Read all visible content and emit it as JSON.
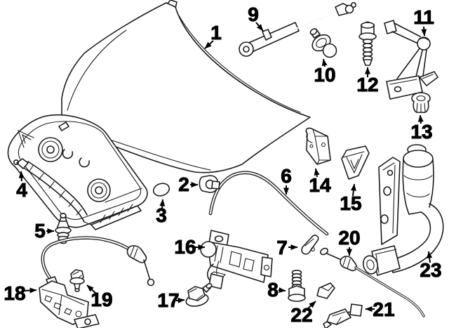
{
  "diagram": {
    "background_color": "#ffffff",
    "line_color": "#1c1c1c",
    "label_color": "#000000",
    "callouts": [
      {
        "label": "1"
      },
      {
        "label": "2"
      },
      {
        "label": "3"
      },
      {
        "label": "4"
      },
      {
        "label": "5"
      },
      {
        "label": "6"
      },
      {
        "label": "7"
      },
      {
        "label": "8"
      },
      {
        "label": "9"
      },
      {
        "label": "10"
      },
      {
        "label": "11"
      },
      {
        "label": "12"
      },
      {
        "label": "13"
      },
      {
        "label": "14"
      },
      {
        "label": "15"
      },
      {
        "label": "16"
      },
      {
        "label": "17"
      },
      {
        "label": "18"
      },
      {
        "label": "19"
      },
      {
        "label": "20"
      },
      {
        "label": "21"
      },
      {
        "label": "22"
      },
      {
        "label": "23"
      }
    ]
  }
}
